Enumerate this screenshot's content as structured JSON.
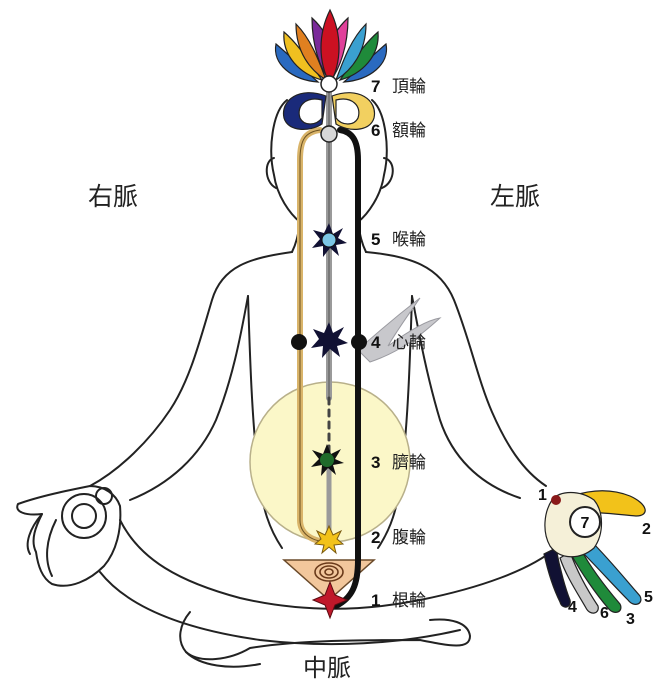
{
  "labels": {
    "right_channel": "右脈",
    "left_channel": "左脈",
    "central_channel": "中脈"
  },
  "chakras": [
    {
      "number": "7",
      "name": "頂輪"
    },
    {
      "number": "6",
      "name": "額輪"
    },
    {
      "number": "5",
      "name": "喉輪"
    },
    {
      "number": "4",
      "name": "心輪"
    },
    {
      "number": "3",
      "name": "臍輪"
    },
    {
      "number": "2",
      "name": "腹輪"
    },
    {
      "number": "1",
      "name": "根輪"
    }
  ],
  "hand_fingers": [
    {
      "number": "1"
    },
    {
      "number": "2"
    },
    {
      "number": "4"
    },
    {
      "number": "6"
    },
    {
      "number": "3"
    },
    {
      "number": "5"
    }
  ],
  "palm_center": "7",
  "colors": {
    "outline": "#222222",
    "right_channel": "#d9b46a",
    "central_channel": "#9a9a9a",
    "left_channel": "#111111",
    "halo": "#fbf7c8",
    "crown": "#cc1122",
    "throat": "#7cc6e6",
    "heart": "#111133",
    "navel": "#1f6b2a",
    "sacral": "#f2c21a",
    "root": "#c0182a"
  }
}
